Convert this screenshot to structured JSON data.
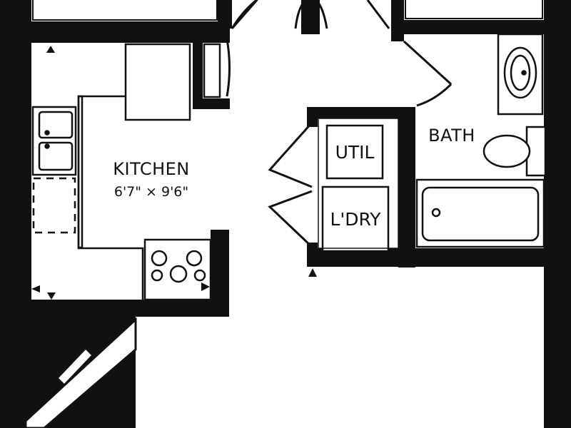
{
  "rooms": {
    "kitchen": {
      "name": "KITCHEN",
      "dimensions": "6'7\" × 9'6\""
    },
    "bath": {
      "name": "BATH"
    },
    "util": {
      "name": "UTIL"
    },
    "laundry": {
      "name": "L'DRY"
    }
  },
  "colors": {
    "wall": "#111111",
    "fixture": "#111111",
    "background": "#ffffff"
  }
}
